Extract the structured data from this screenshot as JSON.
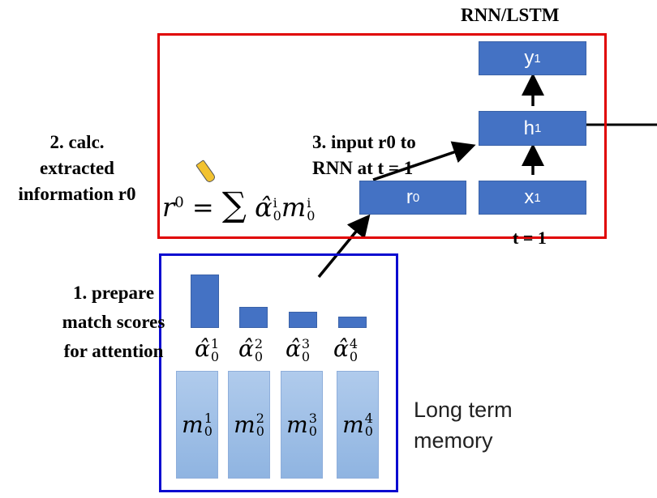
{
  "title": "RNN/LSTM",
  "rnn": {
    "nodes": {
      "y": "y",
      "y_sup": "1",
      "h": "h",
      "h_sup": "1",
      "x": "x",
      "x_sup": "1",
      "r": "r",
      "r_sup": "0"
    },
    "time_label": "t = 1"
  },
  "steps": {
    "step1": [
      "1. prepare",
      "match scores",
      "for attention"
    ],
    "step2": [
      "2. calc.",
      "extracted",
      "information r0"
    ],
    "step3": [
      "3. input r0 to",
      "RNN at t = 1"
    ]
  },
  "formula": {
    "lhs": "r",
    "lhs_sup": "0",
    "eq": "=",
    "sum": "∑",
    "alpha": "α̂",
    "alpha_sup": "i",
    "alpha_sub": "0",
    "m": "m",
    "m_sup": "i",
    "m_sub": "0"
  },
  "attention": {
    "scores": [
      {
        "label": "α̂",
        "sup": "1",
        "sub": "0",
        "value": 66
      },
      {
        "label": "α̂",
        "sup": "2",
        "sub": "0",
        "value": 26
      },
      {
        "label": "α̂",
        "sup": "3",
        "sub": "0",
        "value": 20
      },
      {
        "label": "α̂",
        "sup": "4",
        "sub": "0",
        "value": 14
      }
    ]
  },
  "memory": {
    "cells": [
      {
        "label": "m",
        "sup": "1",
        "sub": "0"
      },
      {
        "label": "m",
        "sup": "2",
        "sub": "0"
      },
      {
        "label": "m",
        "sup": "3",
        "sub": "0"
      },
      {
        "label": "m",
        "sup": "4",
        "sub": "0"
      }
    ],
    "caption": [
      "Long term",
      "memory"
    ]
  },
  "colors": {
    "rnn_box": "#e00000",
    "memory_box": "#0a0ad0",
    "node": "#4472c4"
  },
  "icons": {
    "annotation": "pencil-icon"
  }
}
